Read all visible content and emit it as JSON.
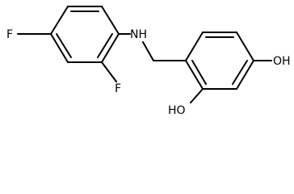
{
  "molecule": {
    "atoms": {
      "fluorine_para": "F",
      "fluorine_ortho": "F",
      "amine": "NH",
      "hydroxyl_para": "OH",
      "hydroxyl_ortho": "HO"
    },
    "colors": {
      "bond": "#000000",
      "label": "#000000",
      "background": "#ffffff"
    }
  }
}
